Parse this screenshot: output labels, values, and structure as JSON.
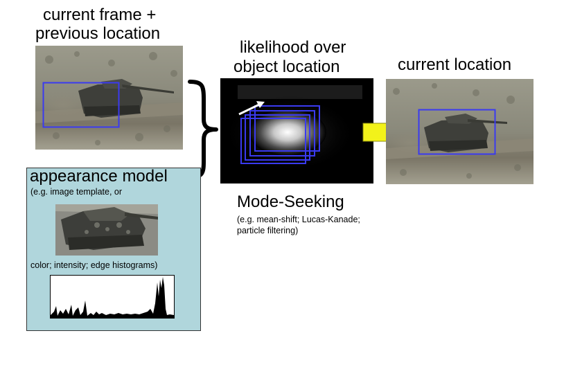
{
  "labels": {
    "current_frame": "current frame +",
    "previous_location": "previous location",
    "likelihood_line1": "likelihood over",
    "likelihood_line2": "object location",
    "current_location": "current location",
    "appearance_model": "appearance model",
    "appearance_example1": "(e.g. image template, or",
    "appearance_example2": "color; intensity; edge histograms)",
    "mode_seeking": "Mode-Seeking",
    "mode_seeking_detail1": "(e.g. mean-shift; Lucas-Kanade;",
    "mode_seeking_detail2": "particle filtering)"
  },
  "colors": {
    "tracking_box": "#3a3af0",
    "appearance_panel": "#b0d6dc",
    "arrow_fill": "#f2f21a",
    "likelihood_bg": "#000000"
  },
  "icons": {
    "brace": "right-curly-brace",
    "arrow": "right-arrow"
  }
}
